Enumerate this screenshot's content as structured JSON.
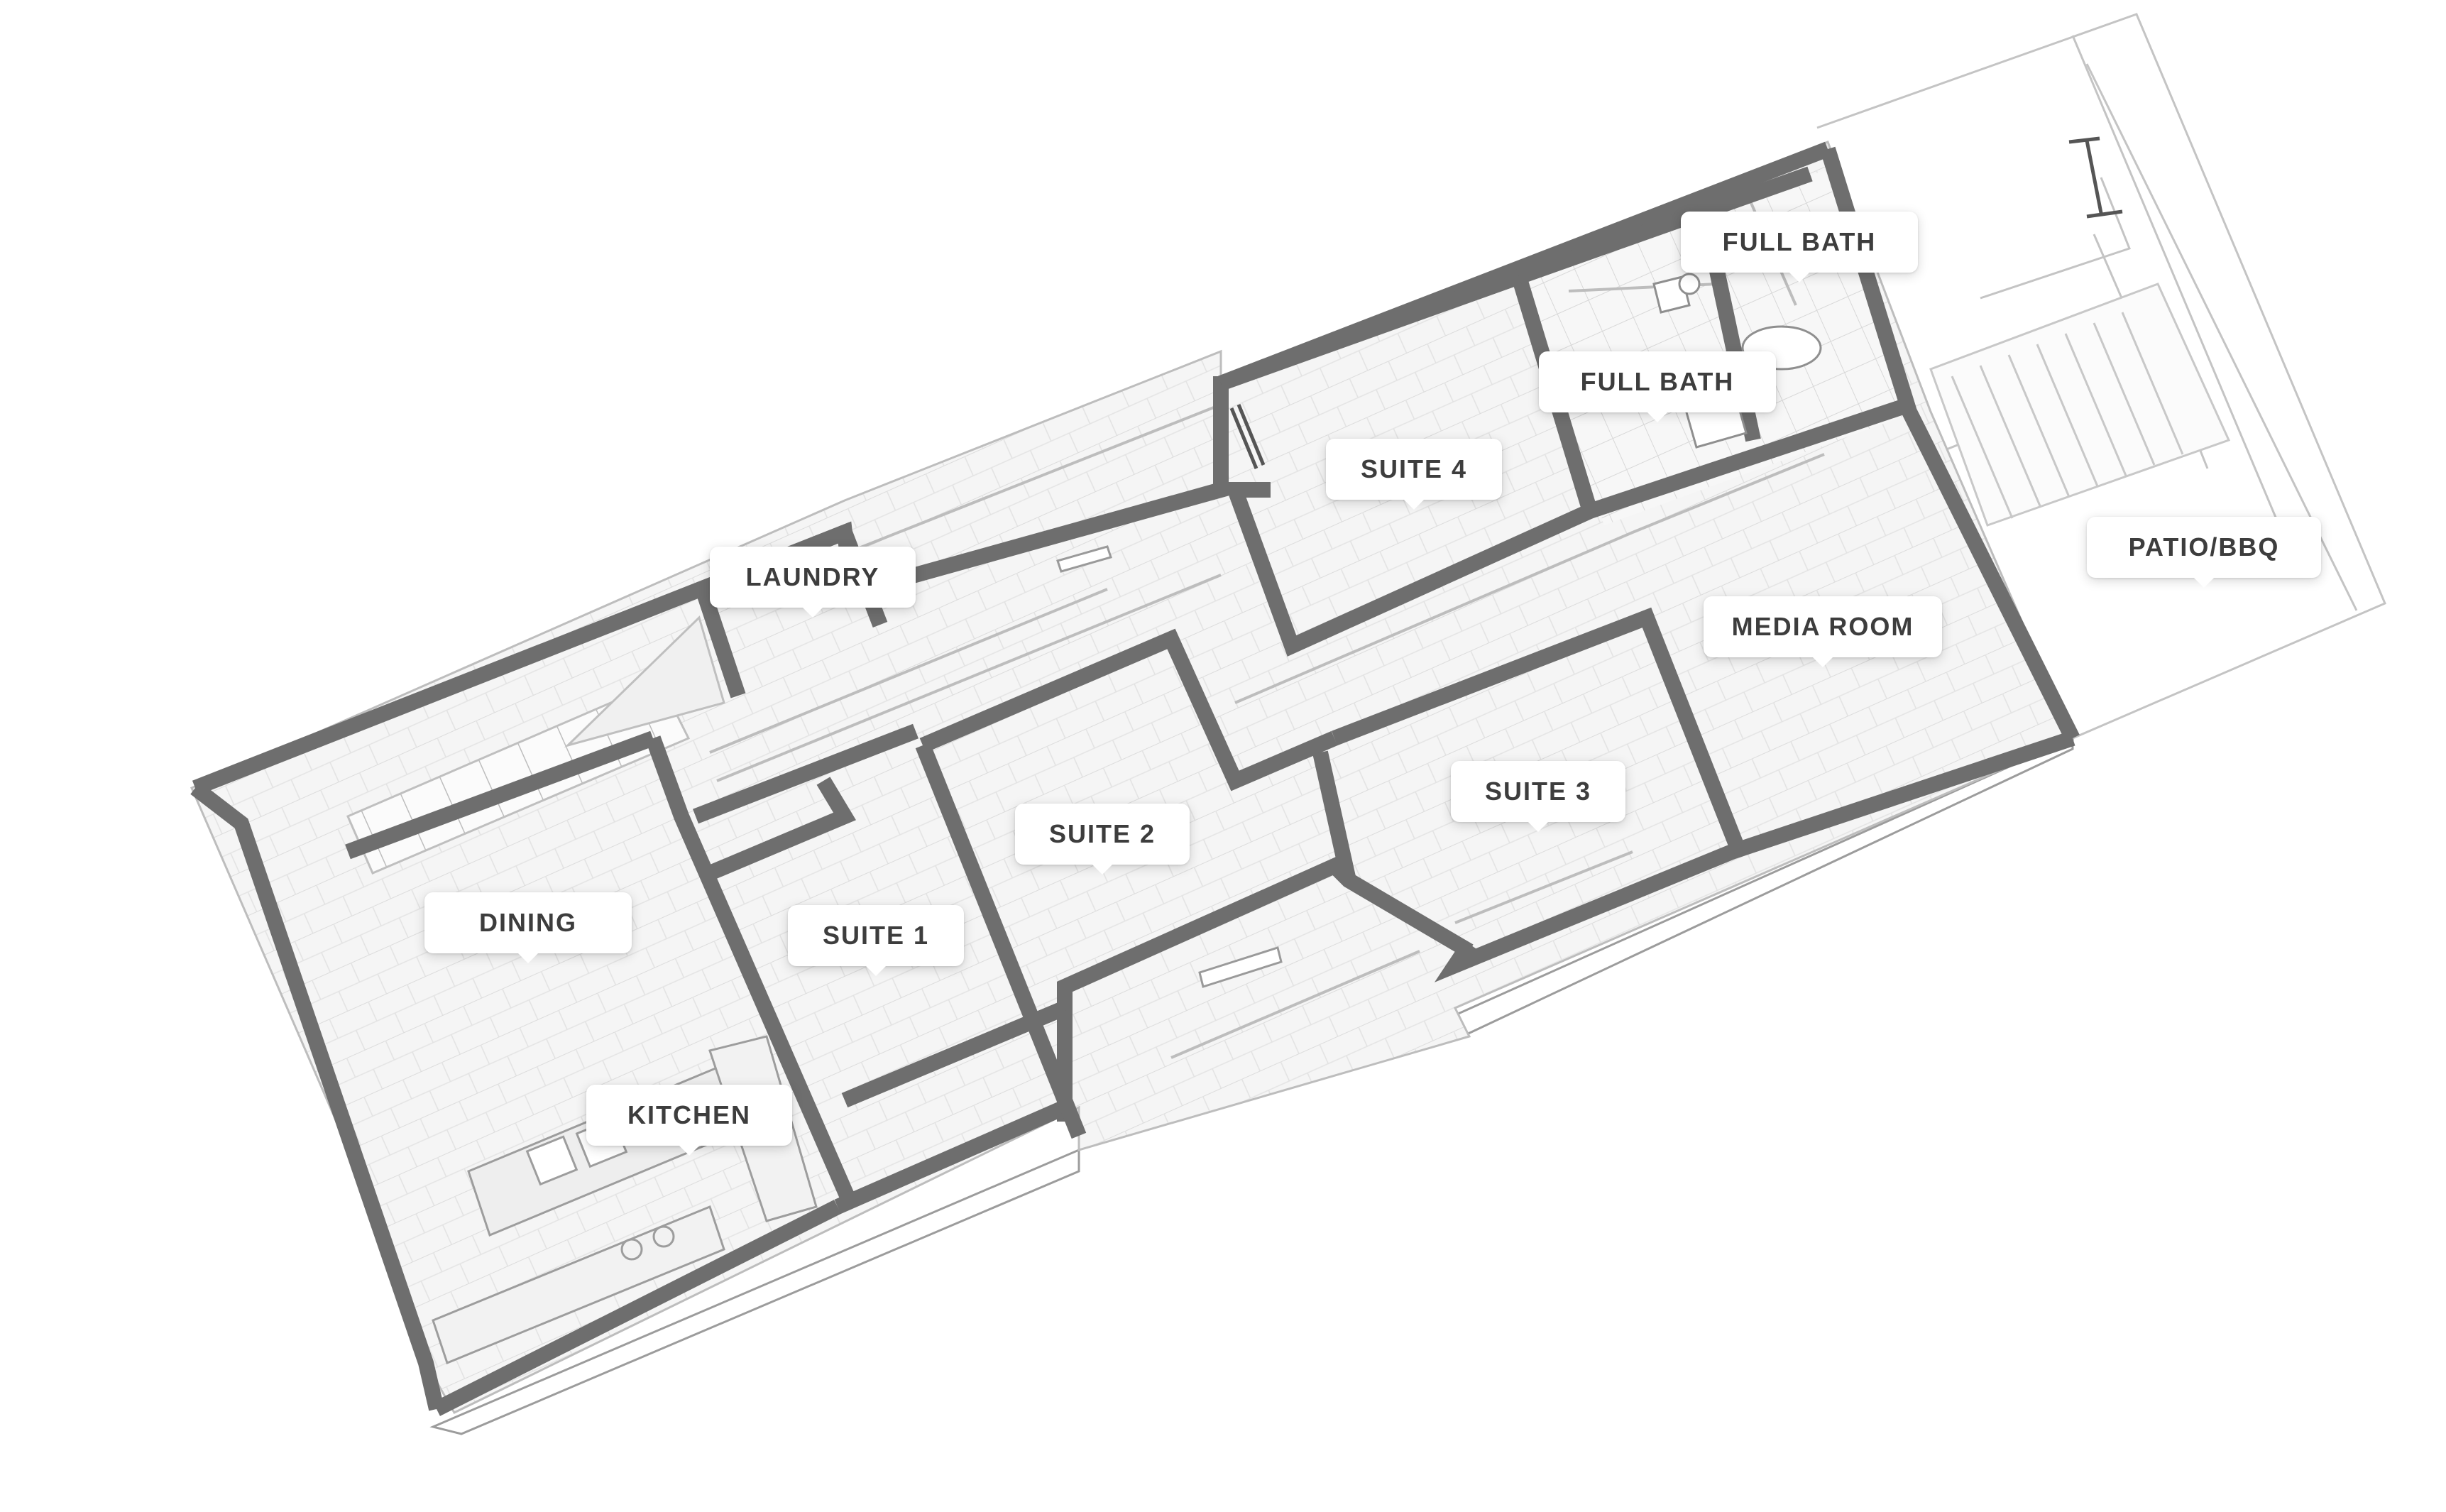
{
  "plan": {
    "colors": {
      "wall": "#6e6e6e",
      "floor": "#f4f4f4",
      "lines": "#c9c9c9",
      "label_text": "#3d3d3d"
    },
    "rooms": [
      {
        "id": "laundry",
        "label": "LAUNDRY"
      },
      {
        "id": "full-bath-1",
        "label": "FULL BATH"
      },
      {
        "id": "full-bath-2",
        "label": "FULL BATH"
      },
      {
        "id": "suite-4",
        "label": "SUITE 4"
      },
      {
        "id": "patio-bbq",
        "label": "PATIO/BBQ"
      },
      {
        "id": "media-room",
        "label": "MEDIA ROOM"
      },
      {
        "id": "suite-3",
        "label": "SUITE 3"
      },
      {
        "id": "suite-2",
        "label": "SUITE 2"
      },
      {
        "id": "dining",
        "label": "DINING"
      },
      {
        "id": "suite-1",
        "label": "SUITE 1"
      },
      {
        "id": "kitchen",
        "label": "KITCHEN"
      }
    ]
  }
}
